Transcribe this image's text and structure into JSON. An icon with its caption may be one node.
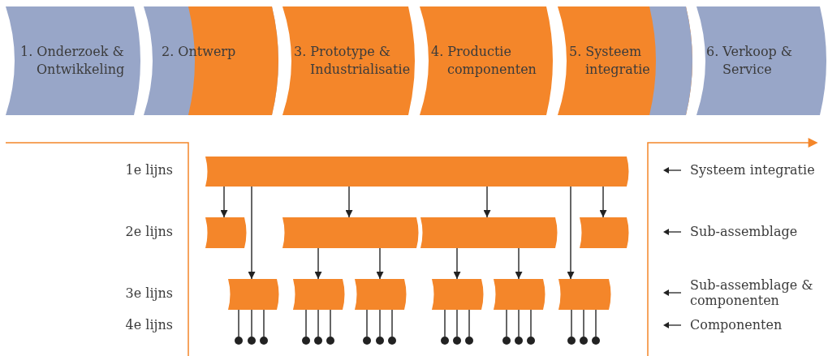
{
  "diagram": {
    "nodes": [
      {
        "text": [
          "1. Onderzoek & Ontwikkeling"
        ]
      },
      {
        "text": [
          "2. Ontwerp"
        ]
      },
      {
        "text": [
          "3. Prototype & Industrialisatie"
        ]
      },
      {
        "text": [
          "4. Productie componenten"
        ]
      },
      {
        "text": [
          "5. Systeem integratie"
        ]
      },
      {
        "text": [
          "6. Verkoop & Service"
        ]
      },
      {
        "text": [],
        "shape": "bar"
      },
      {
        "text": [],
        "shape": "bar"
      },
      {
        "text": [],
        "shape": "bar"
      },
      {
        "text": [],
        "shape": "bar"
      },
      {
        "text": [],
        "shape": "bar"
      },
      {
        "text": [],
        "shape": "bar"
      },
      {
        "text": [],
        "shape": "bar"
      },
      {
        "text": [],
        "shape": "bar"
      },
      {
        "text": [],
        "shape": "bar"
      },
      {
        "text": [],
        "shape": "bar"
      },
      {
        "text": [],
        "shape": "bar"
      },
      {
        "text": [],
        "shape": "circle"
      },
      {
        "text": [],
        "shape": "circle"
      },
      {
        "text": [],
        "shape": "circle"
      },
      {
        "text": [],
        "shape": "circle"
      },
      {
        "text": [],
        "shape": "circle"
      },
      {
        "text": [],
        "shape": "circle"
      },
      {
        "text": [],
        "shape": "circle"
      },
      {
        "text": [],
        "shape": "circle"
      },
      {
        "text": [],
        "shape": "circle"
      },
      {
        "text": [],
        "shape": "circle"
      },
      {
        "text": [],
        "shape": "circle"
      },
      {
        "text": [],
        "shape": "circle"
      },
      {
        "text": [],
        "shape": "circle"
      },
      {
        "text": [],
        "shape": "circle"
      },
      {
        "text": [],
        "shape": "circle"
      },
      {
        "text": [],
        "shape": "circle"
      },
      {
        "text": [],
        "shape": "circle"
      },
      {
        "text": [],
        "shape": "circle"
      }
    ],
    "edges": [
      {
        "from": 6,
        "to": 7,
        "arrow": "to"
      },
      {
        "from": 6,
        "to": 11,
        "arrow": "to"
      },
      {
        "from": 6,
        "to": 8,
        "arrow": "to"
      },
      {
        "from": 6,
        "to": 9,
        "arrow": "to"
      },
      {
        "from": 6,
        "to": 16,
        "arrow": "to"
      },
      {
        "from": 6,
        "to": 10,
        "arrow": "to"
      },
      {
        "from": 8,
        "to": 12,
        "arrow": "to"
      },
      {
        "from": 8,
        "to": 13,
        "arrow": "to"
      },
      {
        "from": 9,
        "to": 14,
        "arrow": "to"
      },
      {
        "from": 9,
        "to": 15,
        "arrow": "to"
      },
      {
        "from": 11,
        "to": 17,
        "arrow": "none"
      },
      {
        "from": 11,
        "to": 18,
        "arrow": "none"
      },
      {
        "from": 11,
        "to": 19,
        "arrow": "none"
      },
      {
        "from": 12,
        "to": 20,
        "arrow": "none"
      },
      {
        "from": 12,
        "to": 21,
        "arrow": "none"
      },
      {
        "from": 12,
        "to": 22,
        "arrow": "none"
      },
      {
        "from": 13,
        "to": 23,
        "arrow": "none"
      },
      {
        "from": 13,
        "to": 24,
        "arrow": "none"
      },
      {
        "from": 13,
        "to": 25,
        "arrow": "none"
      },
      {
        "from": 14,
        "to": 26,
        "arrow": "none"
      },
      {
        "from": 14,
        "to": 27,
        "arrow": "none"
      },
      {
        "from": 14,
        "to": 28,
        "arrow": "none"
      },
      {
        "from": 15,
        "to": 29,
        "arrow": "none"
      },
      {
        "from": 15,
        "to": 30,
        "arrow": "none"
      },
      {
        "from": 15,
        "to": 31,
        "arrow": "none"
      },
      {
        "from": 16,
        "to": 32,
        "arrow": "none"
      },
      {
        "from": 16,
        "to": 33,
        "arrow": "none"
      },
      {
        "from": 16,
        "to": 34,
        "arrow": "none"
      }
    ],
    "labels": [
      "1e lijns",
      "Systeem integratie",
      "2e lijns",
      "Sub-assemblage",
      "3e lijns",
      "Sub-assemblage & componenten",
      "4e lijns",
      "Componenten"
    ]
  }
}
